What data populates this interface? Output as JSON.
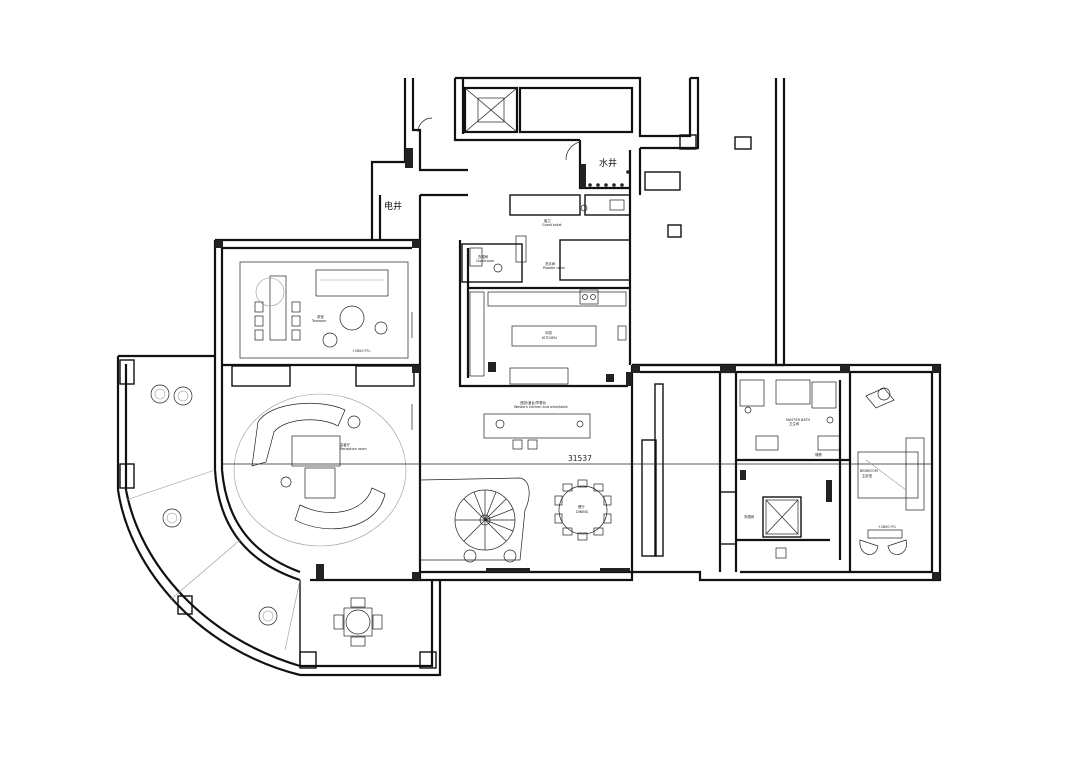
{
  "labels": {
    "shuijing": "水井",
    "dianjing": "电井",
    "dimension": "31537"
  },
  "rooms": {
    "tea": {
      "zh": "茶室",
      "en": "Tearoom",
      "level": "+2800 FFL"
    },
    "reception": {
      "zh": "会客厅",
      "en": "Reception room"
    },
    "kitchen": {
      "zh": "中厨",
      "en": "KITCHEN"
    },
    "western_kitchen": {
      "zh": "西厨/酒台/早餐台",
      "en": "Western kitchen and wine/table"
    },
    "dining": {
      "zh": "餐厅",
      "en": "DINING"
    },
    "cloak": {
      "zh": "衣帽间",
      "en": "Cloakroom"
    },
    "guest_wc": {
      "zh": "客卫",
      "en": "Guest toilet"
    },
    "powder": {
      "zh": "洗手间",
      "en": "Powder room"
    },
    "master_bath": {
      "zh": "卫生间",
      "en": "MASTER BATH"
    },
    "bedroom": {
      "zh": "主卧室",
      "en": "BEDROOM",
      "level": "+2800 FFL"
    },
    "walkin": {
      "zh": "衣帽间",
      "en": ""
    },
    "store": {
      "zh": "储物",
      "en": ""
    }
  }
}
